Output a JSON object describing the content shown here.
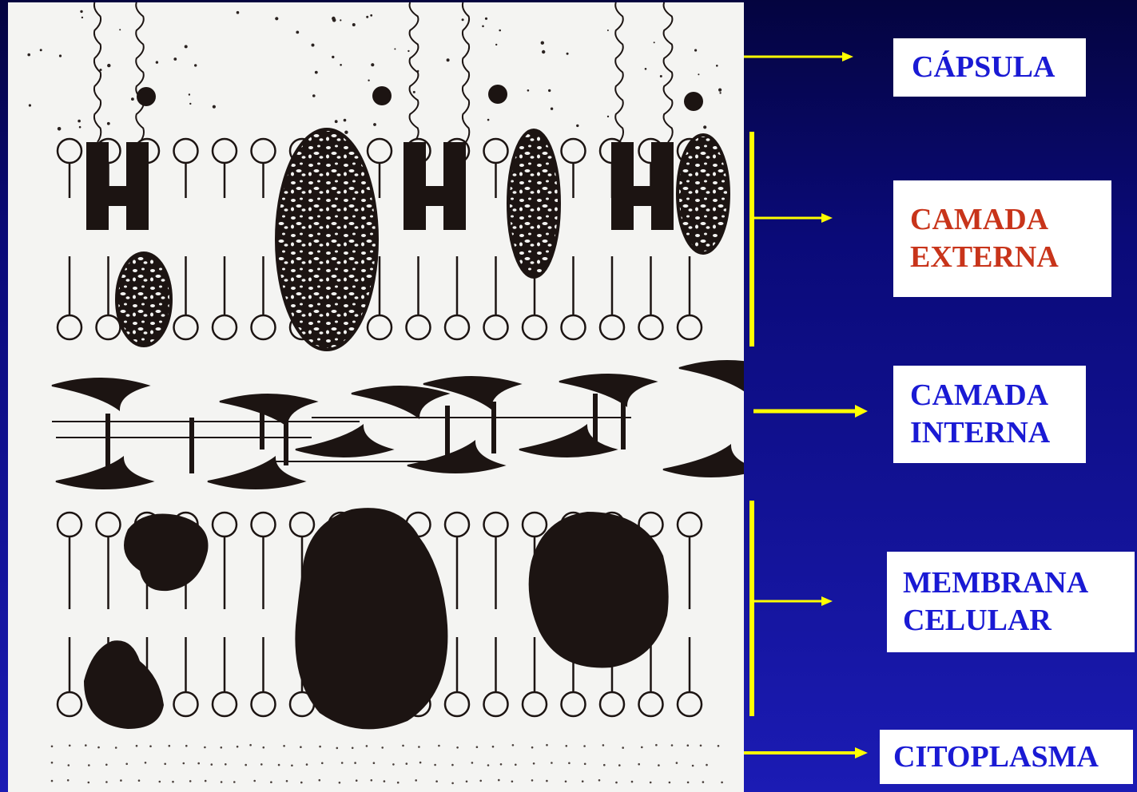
{
  "labels": {
    "capsula": "CÁPSULA",
    "camada_externa": [
      "CAMADA",
      "EXTERNA"
    ],
    "camada_interna": [
      "CAMADA",
      "INTERNA"
    ],
    "membrana_celular": [
      "MEMBRANA",
      "CELULAR"
    ],
    "citoplasma": "CITOPLASMA"
  },
  "colors": {
    "background_top": "#04043f",
    "background_bottom": "#1b1bb4",
    "label_text": "#1a1ad4",
    "label_text_highlight": "#c8341a",
    "connector": "#ffff00",
    "diagram_ink": "#1c1412"
  }
}
